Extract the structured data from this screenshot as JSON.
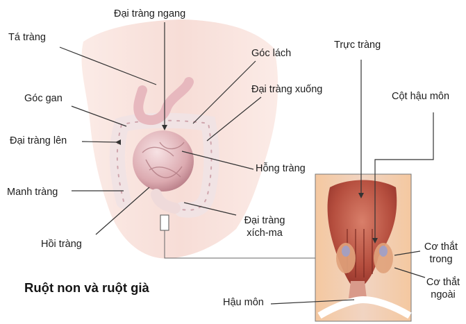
{
  "title": "Ruột non và ruột già",
  "labels": {
    "dai_trang_ngang": "Đại tràng ngang",
    "ta_trang": "Tá tràng",
    "goc_lach": "Góc lách",
    "truc_trang": "Trực tràng",
    "dai_trang_xuong": "Đại tràng xuống",
    "cot_hau_mon": "Cột hậu môn",
    "goc_gan": "Góc gan",
    "dai_trang_len": "Đại tràng lên",
    "hong_trang": "Hỗng tràng",
    "manh_trang": "Manh tràng",
    "dai_trang_xich_ma_line1": "Đại tràng",
    "dai_trang_xich_ma_line2": "xích-ma",
    "hoi_trang": "Hồi tràng",
    "co_that_trong_line1": "Cơ thắt",
    "co_that_trong_line2": "trong",
    "co_that_ngoai_line1": "Cơ thắt",
    "co_that_ngoai_line2": "ngoài",
    "hau_mon": "Hậu môn"
  }
}
